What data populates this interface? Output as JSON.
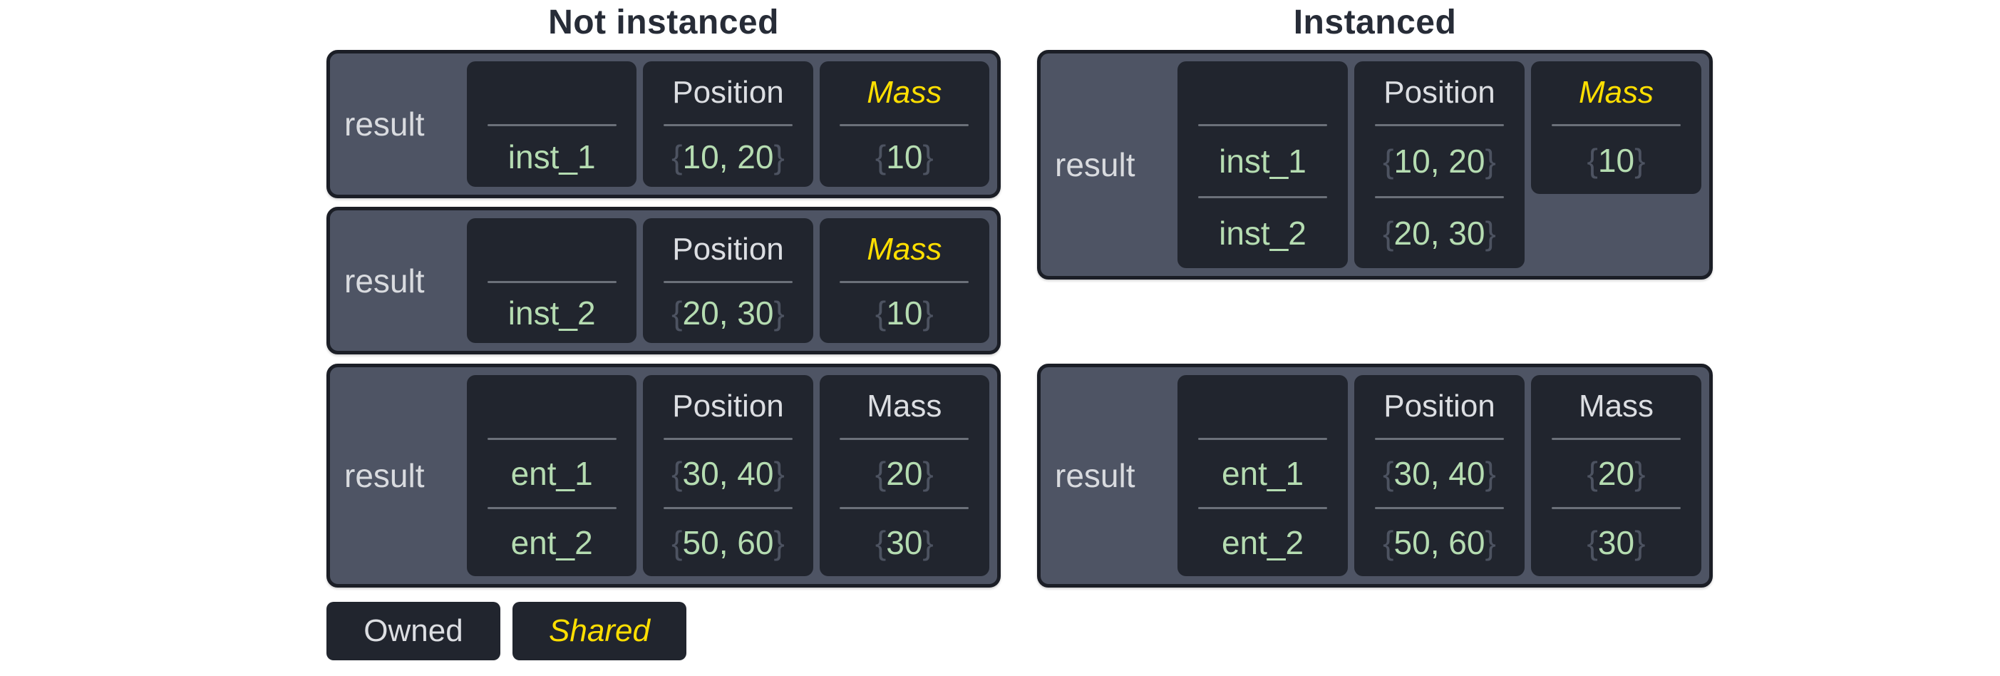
{
  "titles": {
    "left": "Not instanced",
    "right": "Instanced"
  },
  "legend": {
    "owned": "Owned",
    "shared": "Shared"
  },
  "colors": {
    "page_bg": "#ffffff",
    "table_fill": "#4e5464",
    "table_border": "#1b1e26",
    "cell_fill": "#21252e",
    "divider": "#6b7079",
    "result_text": "#d9dbdf",
    "header_text": "#dcdee2",
    "shared_accent_yellow": "#ffdf00",
    "value_green": "#b5dcb1",
    "brace_gray": "#4d5361",
    "title_text": "#272c37"
  },
  "tables": {
    "l1": {
      "result_label": "result",
      "columns": [
        {
          "header": "",
          "values": [
            {
              "body": "inst_1"
            }
          ]
        },
        {
          "header": "Position",
          "values": [
            {
              "open": "{",
              "body": "10, 20",
              "close": "}"
            }
          ]
        },
        {
          "header": "Mass",
          "shared": true,
          "values": [
            {
              "open": "{",
              "body": "10",
              "close": "}"
            }
          ]
        }
      ]
    },
    "l2": {
      "result_label": "result",
      "columns": [
        {
          "header": "",
          "values": [
            {
              "body": "inst_2"
            }
          ]
        },
        {
          "header": "Position",
          "values": [
            {
              "open": "{",
              "body": "20, 30",
              "close": "}"
            }
          ]
        },
        {
          "header": "Mass",
          "shared": true,
          "values": [
            {
              "open": "{",
              "body": "10",
              "close": "}"
            }
          ]
        }
      ]
    },
    "l3": {
      "result_label": "result",
      "columns": [
        {
          "header": "",
          "values": [
            {
              "body": "ent_1"
            },
            {
              "body": "ent_2"
            }
          ]
        },
        {
          "header": "Position",
          "values": [
            {
              "open": "{",
              "body": "30, 40",
              "close": "}"
            },
            {
              "open": "{",
              "body": "50, 60",
              "close": "}"
            }
          ]
        },
        {
          "header": "Mass",
          "shared": false,
          "values": [
            {
              "open": "{",
              "body": "20",
              "close": "}"
            },
            {
              "open": "{",
              "body": "30",
              "close": "}"
            }
          ]
        }
      ]
    },
    "r1": {
      "result_label": "result",
      "columns": [
        {
          "header": "",
          "values": [
            {
              "body": "inst_1"
            },
            {
              "body": "inst_2"
            }
          ]
        },
        {
          "header": "Position",
          "values": [
            {
              "open": "{",
              "body": "10, 20",
              "close": "}"
            },
            {
              "open": "{",
              "body": "20, 30",
              "close": "}"
            }
          ]
        },
        {
          "header": "Mass",
          "shared": true,
          "values": [
            {
              "open": "{",
              "body": "10",
              "close": "}"
            }
          ]
        }
      ]
    },
    "r2": {
      "result_label": "result",
      "columns": [
        {
          "header": "",
          "values": [
            {
              "body": "ent_1"
            },
            {
              "body": "ent_2"
            }
          ]
        },
        {
          "header": "Position",
          "values": [
            {
              "open": "{",
              "body": "30, 40",
              "close": "}"
            },
            {
              "open": "{",
              "body": "50, 60",
              "close": "}"
            }
          ]
        },
        {
          "header": "Mass",
          "shared": false,
          "values": [
            {
              "open": "{",
              "body": "20",
              "close": "}"
            },
            {
              "open": "{",
              "body": "30",
              "close": "}"
            }
          ]
        }
      ]
    }
  }
}
